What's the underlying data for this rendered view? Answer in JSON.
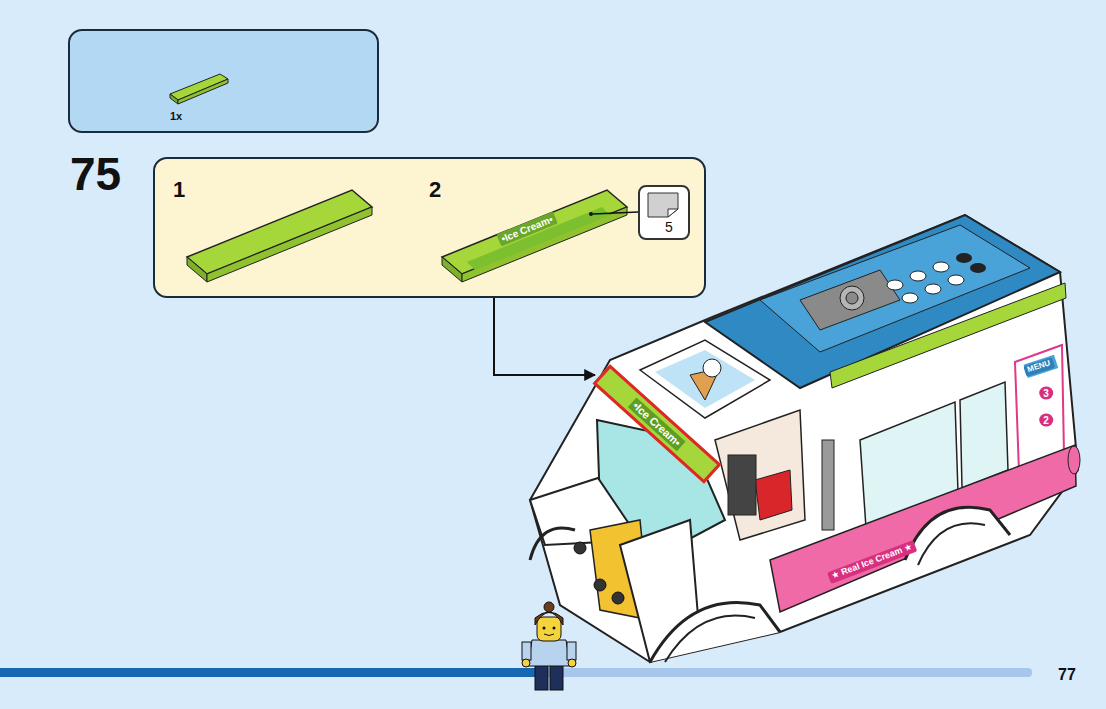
{
  "diagram": {
    "nodes": [
      {
        "text": [
          "1x"
        ]
      },
      {
        "text": [
          "75",
          "1",
          "2"
        ]
      },
      {
        "text": [
          "5"
        ],
        "in": 1
      },
      {
        "text": [
          "•Ice Cream•"
        ]
      }
    ],
    "edges": [
      {
        "from": 1,
        "to": 3,
        "arrow": "to"
      }
    ],
    "labels": [
      "•Ice Cream•",
      "MENU",
      "3",
      "2",
      "★ Real Ice Cream ★",
      "77"
    ]
  }
}
